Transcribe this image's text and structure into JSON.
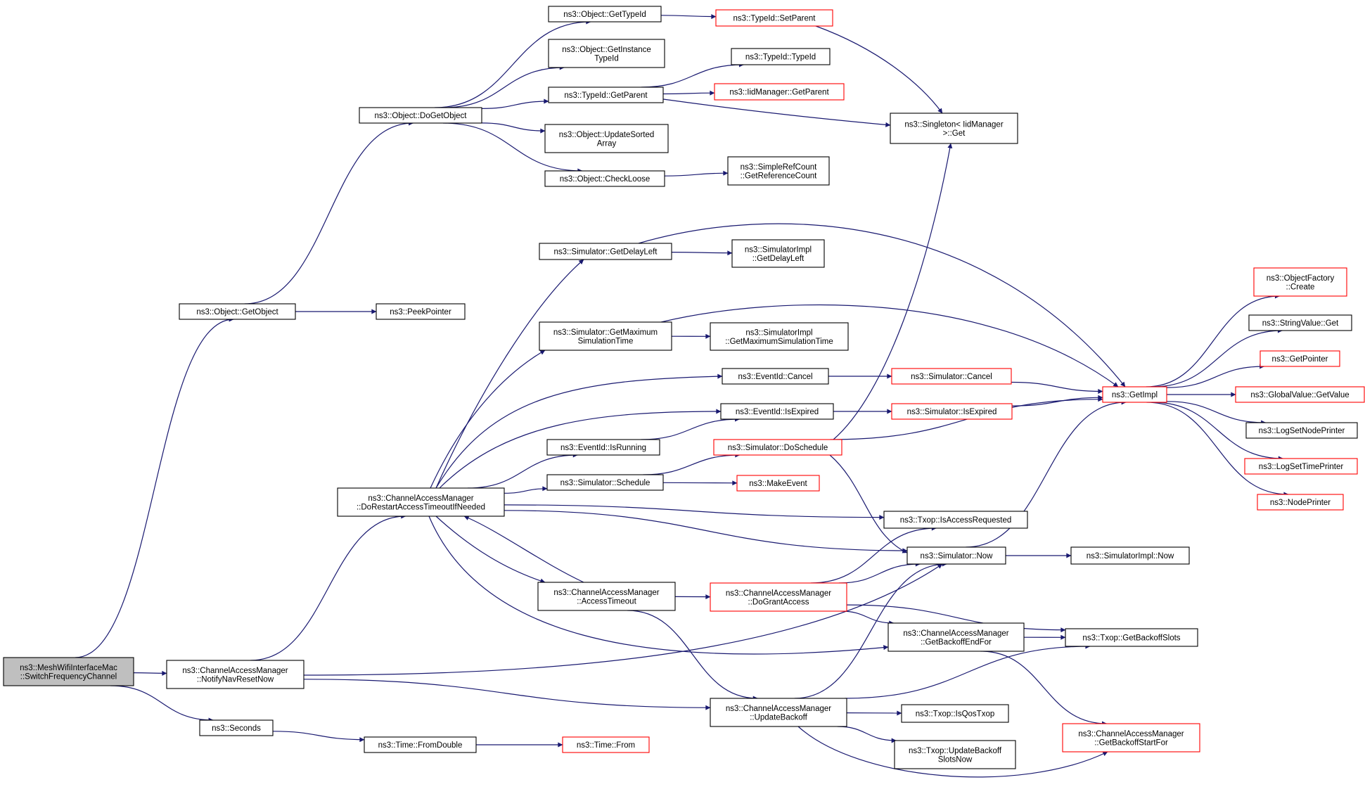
{
  "colors": {
    "edge": "#191970",
    "node_border": "#000000",
    "node_border_incomplete": "#ff0000",
    "root_fill": "#bfbfbf",
    "node_fill": "#ffffff"
  },
  "nodes": [
    {
      "id": "root",
      "lines": [
        "ns3::MeshWifiInterfaceMac",
        "::SwitchFrequencyChannel"
      ],
      "style": "root"
    },
    {
      "id": "getobject",
      "lines": [
        "ns3::Object::GetObject"
      ],
      "style": "normal"
    },
    {
      "id": "peekpointer",
      "lines": [
        "ns3::PeekPointer"
      ],
      "style": "normal"
    },
    {
      "id": "dogetobject",
      "lines": [
        "ns3::Object::DoGetObject"
      ],
      "style": "normal"
    },
    {
      "id": "gettypeid",
      "lines": [
        "ns3::Object::GetTypeId"
      ],
      "style": "normal"
    },
    {
      "id": "getinstancetypeid",
      "lines": [
        "ns3::Object::GetInstance",
        "TypeId"
      ],
      "style": "normal"
    },
    {
      "id": "typeid_getparent",
      "lines": [
        "ns3::TypeId::GetParent"
      ],
      "style": "normal"
    },
    {
      "id": "updatesortedarray",
      "lines": [
        "ns3::Object::UpdateSorted",
        "Array"
      ],
      "style": "normal"
    },
    {
      "id": "checkloose",
      "lines": [
        "ns3::Object::CheckLoose"
      ],
      "style": "normal"
    },
    {
      "id": "typeid_setparent",
      "lines": [
        "ns3::TypeId::SetParent"
      ],
      "style": "incomplete"
    },
    {
      "id": "typeid_typeid",
      "lines": [
        "ns3::TypeId::TypeId"
      ],
      "style": "normal"
    },
    {
      "id": "iidmanager_getparent",
      "lines": [
        "ns3::IidManager::GetParent"
      ],
      "style": "incomplete"
    },
    {
      "id": "singleton_get",
      "lines": [
        "ns3::Singleton< IidManager",
        ">::Get"
      ],
      "style": "normal"
    },
    {
      "id": "simplerefcount",
      "lines": [
        "ns3::SimpleRefCount",
        "::GetReferenceCount"
      ],
      "style": "normal"
    },
    {
      "id": "sim_getdelayleft",
      "lines": [
        "ns3::Simulator::GetDelayLeft"
      ],
      "style": "normal"
    },
    {
      "id": "simimpl_getdelayleft",
      "lines": [
        "ns3::SimulatorImpl",
        "::GetDelayLeft"
      ],
      "style": "normal"
    },
    {
      "id": "sim_getmaxsimtime",
      "lines": [
        "ns3::Simulator::GetMaximum",
        "SimulationTime"
      ],
      "style": "normal"
    },
    {
      "id": "simimpl_getmaxsimtime",
      "lines": [
        "ns3::SimulatorImpl",
        "::GetMaximumSimulationTime"
      ],
      "style": "normal"
    },
    {
      "id": "eventid_cancel",
      "lines": [
        "ns3::EventId::Cancel"
      ],
      "style": "normal"
    },
    {
      "id": "sim_cancel",
      "lines": [
        "ns3::Simulator::Cancel"
      ],
      "style": "incomplete"
    },
    {
      "id": "eventid_isexpired",
      "lines": [
        "ns3::EventId::IsExpired"
      ],
      "style": "normal"
    },
    {
      "id": "sim_isexpired",
      "lines": [
        "ns3::Simulator::IsExpired"
      ],
      "style": "incomplete"
    },
    {
      "id": "eventid_isrunning",
      "lines": [
        "ns3::EventId::IsRunning"
      ],
      "style": "normal"
    },
    {
      "id": "sim_doschedule",
      "lines": [
        "ns3::Simulator::DoSchedule"
      ],
      "style": "incomplete"
    },
    {
      "id": "sim_schedule",
      "lines": [
        "ns3::Simulator::Schedule"
      ],
      "style": "normal"
    },
    {
      "id": "makeevent",
      "lines": [
        "ns3::MakeEvent"
      ],
      "style": "incomplete"
    },
    {
      "id": "cam_dorestart",
      "lines": [
        "ns3::ChannelAccessManager",
        "::DoRestartAccessTimeoutIfNeeded"
      ],
      "style": "normal"
    },
    {
      "id": "txop_isaccessrequested",
      "lines": [
        "ns3::Txop::IsAccessRequested"
      ],
      "style": "normal"
    },
    {
      "id": "sim_now",
      "lines": [
        "ns3::Simulator::Now"
      ],
      "style": "normal"
    },
    {
      "id": "simimpl_now",
      "lines": [
        "ns3::SimulatorImpl::Now"
      ],
      "style": "normal"
    },
    {
      "id": "cam_accesstimeout",
      "lines": [
        "ns3::ChannelAccessManager",
        "::AccessTimeout"
      ],
      "style": "normal"
    },
    {
      "id": "cam_dogrant",
      "lines": [
        "ns3::ChannelAccessManager",
        "::DoGrantAccess"
      ],
      "style": "incomplete"
    },
    {
      "id": "cam_getbackoffend",
      "lines": [
        "ns3::ChannelAccessManager",
        "::GetBackoffEndFor"
      ],
      "style": "normal"
    },
    {
      "id": "txop_getbackoffslots",
      "lines": [
        "ns3::Txop::GetBackoffSlots"
      ],
      "style": "normal"
    },
    {
      "id": "cam_notifynav",
      "lines": [
        "ns3::ChannelAccessManager",
        "::NotifyNavResetNow"
      ],
      "style": "normal"
    },
    {
      "id": "cam_updatebackoff",
      "lines": [
        "ns3::ChannelAccessManager",
        "::UpdateBackoff"
      ],
      "style": "normal"
    },
    {
      "id": "txop_isqostxop",
      "lines": [
        "ns3::Txop::IsQosTxop"
      ],
      "style": "normal"
    },
    {
      "id": "txop_updatebackoffslots",
      "lines": [
        "ns3::Txop::UpdateBackoff",
        "SlotsNow"
      ],
      "style": "normal"
    },
    {
      "id": "cam_getbackoffstart",
      "lines": [
        "ns3::ChannelAccessManager",
        "::GetBackoffStartFor"
      ],
      "style": "incomplete"
    },
    {
      "id": "seconds",
      "lines": [
        "ns3::Seconds"
      ],
      "style": "normal"
    },
    {
      "id": "time_fromdouble",
      "lines": [
        "ns3::Time::FromDouble"
      ],
      "style": "normal"
    },
    {
      "id": "time_from",
      "lines": [
        "ns3::Time::From"
      ],
      "style": "incomplete"
    },
    {
      "id": "getimpl",
      "lines": [
        "ns3::GetImpl"
      ],
      "style": "incomplete"
    },
    {
      "id": "objectfactory_create",
      "lines": [
        "ns3::ObjectFactory",
        "::Create"
      ],
      "style": "incomplete"
    },
    {
      "id": "stringvalue_get",
      "lines": [
        "ns3::StringValue::Get"
      ],
      "style": "normal"
    },
    {
      "id": "getpointer",
      "lines": [
        "ns3::GetPointer"
      ],
      "style": "incomplete"
    },
    {
      "id": "globalvalue_getvalue",
      "lines": [
        "ns3::GlobalValue::GetValue"
      ],
      "style": "incomplete"
    },
    {
      "id": "logsetnodeprinter",
      "lines": [
        "ns3::LogSetNodePrinter"
      ],
      "style": "normal"
    },
    {
      "id": "logsettimeprinter",
      "lines": [
        "ns3::LogSetTimePrinter"
      ],
      "style": "incomplete"
    },
    {
      "id": "nodeprinter",
      "lines": [
        "ns3::NodePrinter"
      ],
      "style": "incomplete"
    }
  ],
  "edges": [
    [
      "root",
      "getobject"
    ],
    [
      "root",
      "cam_notifynav"
    ],
    [
      "root",
      "seconds"
    ],
    [
      "getobject",
      "dogetobject"
    ],
    [
      "getobject",
      "peekpointer"
    ],
    [
      "dogetobject",
      "gettypeid"
    ],
    [
      "dogetobject",
      "getinstancetypeid"
    ],
    [
      "dogetobject",
      "typeid_getparent"
    ],
    [
      "dogetobject",
      "updatesortedarray"
    ],
    [
      "dogetobject",
      "checkloose"
    ],
    [
      "gettypeid",
      "typeid_setparent"
    ],
    [
      "typeid_setparent",
      "singleton_get"
    ],
    [
      "typeid_getparent",
      "typeid_typeid"
    ],
    [
      "typeid_getparent",
      "iidmanager_getparent"
    ],
    [
      "typeid_getparent",
      "singleton_get"
    ],
    [
      "checkloose",
      "simplerefcount"
    ],
    [
      "cam_notifynav",
      "cam_dorestart"
    ],
    [
      "cam_notifynav",
      "sim_now"
    ],
    [
      "cam_notifynav",
      "cam_updatebackoff"
    ],
    [
      "cam_dorestart",
      "sim_getdelayleft"
    ],
    [
      "cam_dorestart",
      "sim_getmaxsimtime"
    ],
    [
      "cam_dorestart",
      "eventid_cancel"
    ],
    [
      "cam_dorestart",
      "eventid_isexpired"
    ],
    [
      "cam_dorestart",
      "eventid_isrunning"
    ],
    [
      "cam_dorestart",
      "sim_schedule"
    ],
    [
      "cam_dorestart",
      "txop_isaccessrequested"
    ],
    [
      "cam_dorestart",
      "sim_now"
    ],
    [
      "cam_dorestart",
      "cam_accesstimeout"
    ],
    [
      "cam_dorestart",
      "cam_getbackoffend"
    ],
    [
      "cam_accesstimeout",
      "cam_dorestart"
    ],
    [
      "cam_accesstimeout",
      "cam_dogrant"
    ],
    [
      "cam_accesstimeout",
      "cam_updatebackoff"
    ],
    [
      "sim_getdelayleft",
      "simimpl_getdelayleft"
    ],
    [
      "sim_getdelayleft",
      "getimpl"
    ],
    [
      "sim_getmaxsimtime",
      "simimpl_getmaxsimtime"
    ],
    [
      "sim_getmaxsimtime",
      "getimpl"
    ],
    [
      "eventid_cancel",
      "sim_cancel"
    ],
    [
      "sim_cancel",
      "getimpl"
    ],
    [
      "eventid_isexpired",
      "sim_isexpired"
    ],
    [
      "sim_isexpired",
      "getimpl"
    ],
    [
      "eventid_isrunning",
      "eventid_isexpired"
    ],
    [
      "sim_schedule",
      "sim_doschedule"
    ],
    [
      "sim_schedule",
      "makeevent"
    ],
    [
      "sim_doschedule",
      "singleton_get"
    ],
    [
      "sim_doschedule",
      "getimpl"
    ],
    [
      "sim_doschedule",
      "sim_now"
    ],
    [
      "sim_now",
      "simimpl_now"
    ],
    [
      "sim_now",
      "getimpl"
    ],
    [
      "cam_dogrant",
      "txop_isaccessrequested"
    ],
    [
      "cam_dogrant",
      "sim_now"
    ],
    [
      "cam_dogrant",
      "txop_getbackoffslots"
    ],
    [
      "cam_dogrant",
      "cam_getbackoffend"
    ],
    [
      "cam_getbackoffend",
      "txop_getbackoffslots"
    ],
    [
      "cam_getbackoffend",
      "cam_getbackoffstart"
    ],
    [
      "cam_updatebackoff",
      "sim_now"
    ],
    [
      "cam_updatebackoff",
      "txop_getbackoffslots"
    ],
    [
      "cam_updatebackoff",
      "txop_isqostxop"
    ],
    [
      "cam_updatebackoff",
      "txop_updatebackoffslots"
    ],
    [
      "cam_updatebackoff",
      "cam_getbackoffstart"
    ],
    [
      "seconds",
      "time_fromdouble"
    ],
    [
      "time_fromdouble",
      "time_from"
    ],
    [
      "getimpl",
      "objectfactory_create"
    ],
    [
      "getimpl",
      "stringvalue_get"
    ],
    [
      "getimpl",
      "getpointer"
    ],
    [
      "getimpl",
      "globalvalue_getvalue"
    ],
    [
      "getimpl",
      "logsetnodeprinter"
    ],
    [
      "getimpl",
      "logsettimeprinter"
    ],
    [
      "getimpl",
      "nodeprinter"
    ]
  ]
}
